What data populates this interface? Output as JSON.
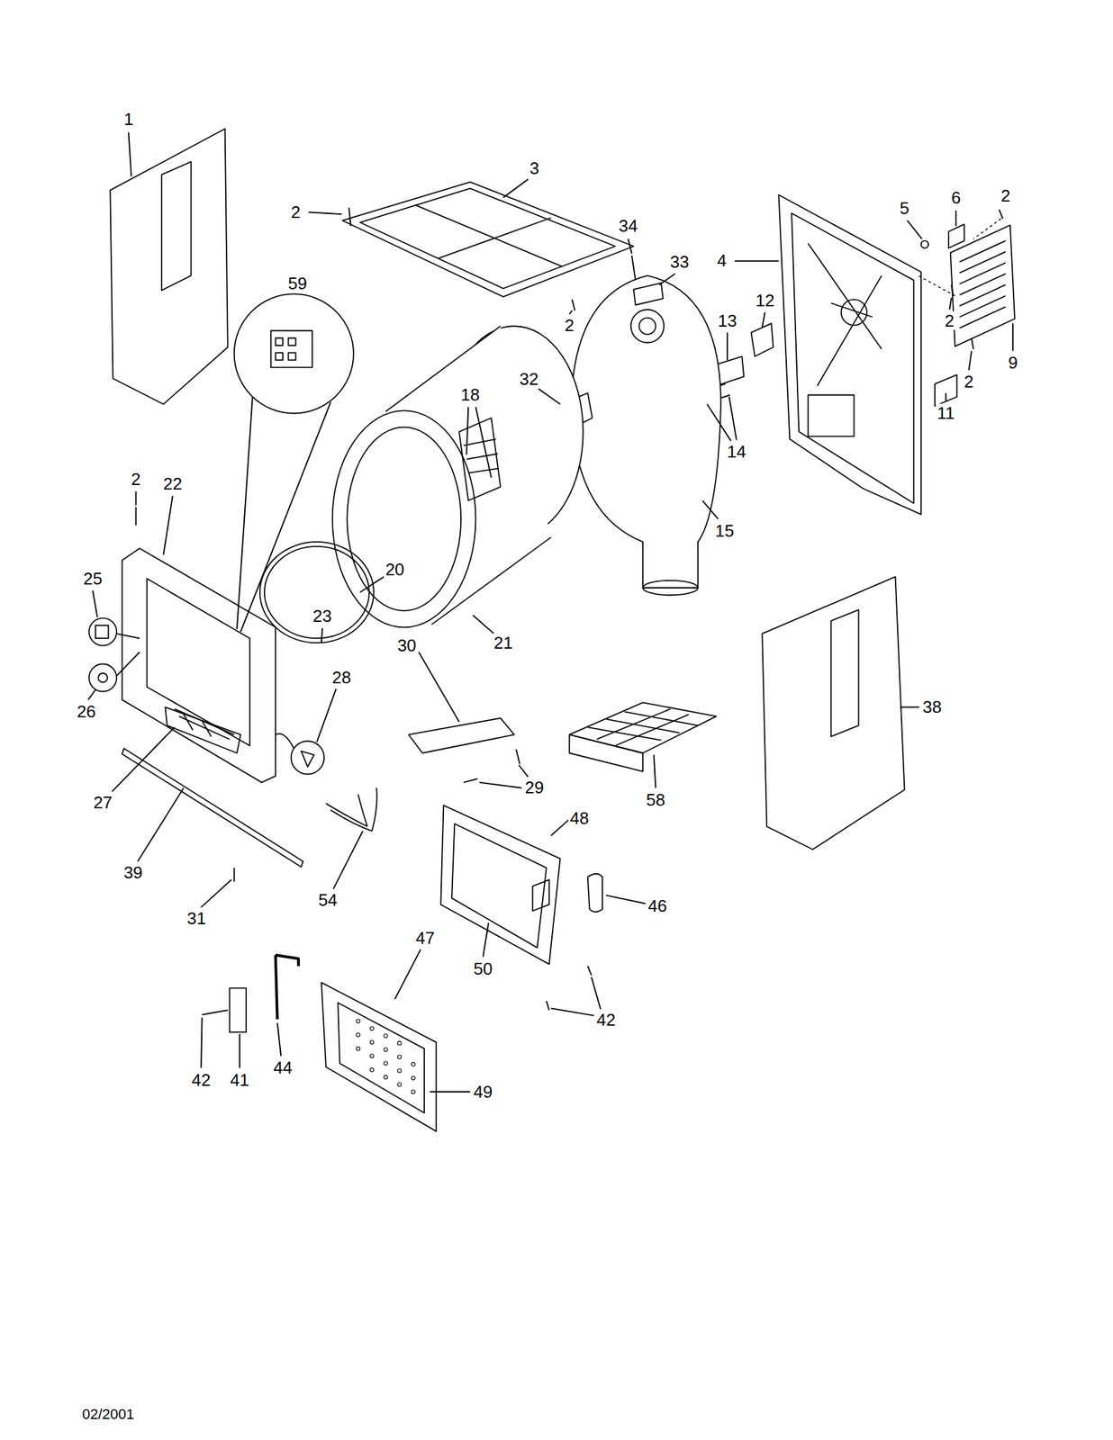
{
  "diagram": {
    "labels": [
      "1",
      "3",
      "2",
      "34",
      "33",
      "59",
      "5",
      "6",
      "2",
      "4",
      "2",
      "9",
      "2",
      "13",
      "12",
      "2",
      "11",
      "18",
      "32",
      "14",
      "15",
      "2",
      "22",
      "20",
      "25",
      "23",
      "21",
      "26",
      "28",
      "30",
      "27",
      "58",
      "38",
      "29",
      "39",
      "48",
      "46",
      "54",
      "31",
      "50",
      "42",
      "47",
      "42",
      "41",
      "44",
      "49",
      "02/2001"
    ]
  }
}
